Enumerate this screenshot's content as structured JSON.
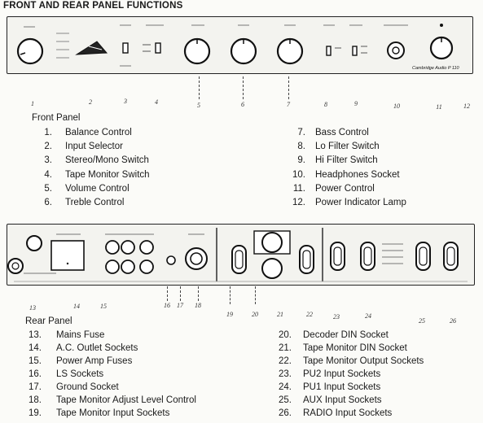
{
  "title": "FRONT AND REAR PANEL FUNCTIONS",
  "front": {
    "heading": "Front Panel",
    "brand": "Cambridge Audio P 110",
    "callouts": [
      "1",
      "2",
      "3",
      "4",
      "5",
      "6",
      "7",
      "8",
      "9",
      "10",
      "11",
      "12"
    ],
    "legend_left": [
      {
        "num": "1.",
        "label": "Balance Control"
      },
      {
        "num": "2.",
        "label": "Input Selector"
      },
      {
        "num": "3.",
        "label": "Stereo/Mono Switch"
      },
      {
        "num": "4.",
        "label": "Tape Monitor Switch"
      },
      {
        "num": "5.",
        "label": "Volume Control"
      },
      {
        "num": "6.",
        "label": "Treble Control"
      }
    ],
    "legend_right": [
      {
        "num": "7.",
        "label": "Bass Control"
      },
      {
        "num": "8.",
        "label": "Lo Filter Switch"
      },
      {
        "num": "9.",
        "label": "Hi Filter Switch"
      },
      {
        "num": "10.",
        "label": "Headphones Socket"
      },
      {
        "num": "11.",
        "label": "Power Control"
      },
      {
        "num": "12.",
        "label": "Power Indicator Lamp"
      }
    ]
  },
  "rear": {
    "heading": "Rear Panel",
    "callouts": [
      "13",
      "14",
      "15",
      "16",
      "17",
      "18",
      "19",
      "20",
      "21",
      "22",
      "23",
      "24",
      "25",
      "26"
    ],
    "legend_left": [
      {
        "num": "13.",
        "label": "Mains Fuse"
      },
      {
        "num": "14.",
        "label": "A.C. Outlet Sockets"
      },
      {
        "num": "15.",
        "label": "Power Amp Fuses"
      },
      {
        "num": "16.",
        "label": "LS Sockets"
      },
      {
        "num": "17.",
        "label": "Ground Socket"
      },
      {
        "num": "18.",
        "label": "Tape Monitor Adjust Level Control"
      },
      {
        "num": "19.",
        "label": "Tape Monitor Input Sockets"
      }
    ],
    "legend_right": [
      {
        "num": "20.",
        "label": "Decoder DIN Socket"
      },
      {
        "num": "21.",
        "label": "Tape Monitor DIN Socket"
      },
      {
        "num": "22.",
        "label": "Tape Monitor Output Sockets"
      },
      {
        "num": "23.",
        "label": "PU2 Input Sockets"
      },
      {
        "num": "24.",
        "label": "PU1 Input Sockets"
      },
      {
        "num": "25.",
        "label": "AUX Input Sockets"
      },
      {
        "num": "26.",
        "label": "RADIO Input Sockets"
      }
    ]
  }
}
